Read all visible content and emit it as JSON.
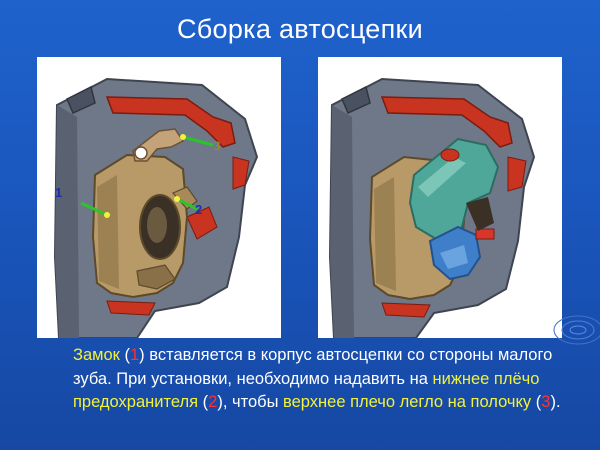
{
  "slide": {
    "title": "Сборка автосцепки"
  },
  "figure_left": {
    "labels": {
      "one": "1",
      "two": "2",
      "three": "3"
    }
  },
  "caption": {
    "zamok": "Замок",
    "open1": " (",
    "n1": "1",
    "t1": ") вставляется в корпус автосцепки со стороны малого зуба. При установки, необходимо надавить на ",
    "hl1": "нижнее плёчо предохранителя",
    "open2": " (",
    "n2": "2",
    "t2": "), чтобы ",
    "hl2": "верхнее плечо легло на полочку",
    "open3": " (",
    "n3": "3",
    "t3": ")."
  },
  "colors": {
    "body_gray": "#6f7888",
    "flange_red": "#c8341f",
    "lock_tan": "#b79a68",
    "guard_teal": "#4fa79a",
    "wedge_blue": "#3f7fc9",
    "highlight_yellow": "#f2f23a",
    "number_red": "#ff3030"
  }
}
